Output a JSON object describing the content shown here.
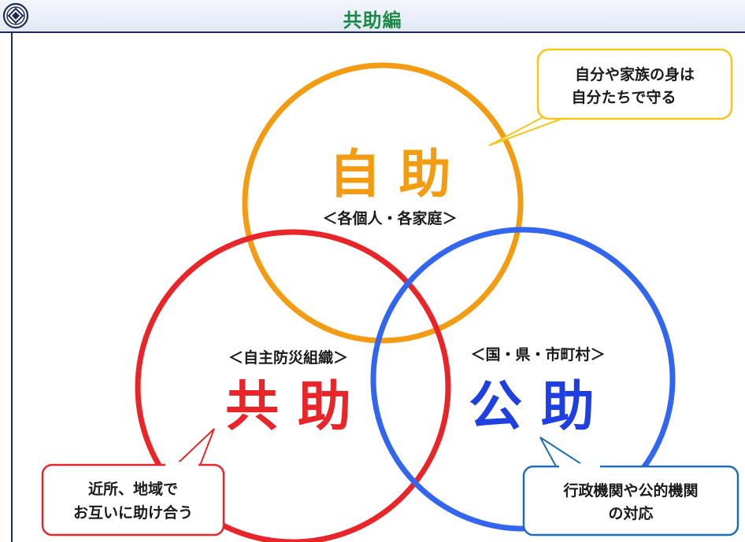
{
  "header": {
    "title": "共助編",
    "logo_icon": "emblem-icon"
  },
  "circles": {
    "jijo": {
      "title": "自 助",
      "sub": "＜各個人・各家庭＞",
      "color": "#f39c12"
    },
    "kyojo": {
      "title": "共 助",
      "sub": "＜自主防災組織＞",
      "color": "#e8262a"
    },
    "kojo": {
      "title": "公 助",
      "sub": "＜国・県・市町村＞",
      "color": "#1f3fe0",
      "ring_color": "#3366ee"
    }
  },
  "callouts": {
    "jijo": {
      "lines": [
        "自分や家族の身は",
        "自分たちで守る"
      ],
      "border": "#f5c518"
    },
    "kyojo": {
      "lines": [
        "近所、地域で",
        "お互いに助け合う"
      ],
      "border": "#e8262a"
    },
    "kojo": {
      "lines": [
        "行政機関や公的機関",
        "の対応"
      ],
      "border": "#1d6fb5"
    }
  }
}
